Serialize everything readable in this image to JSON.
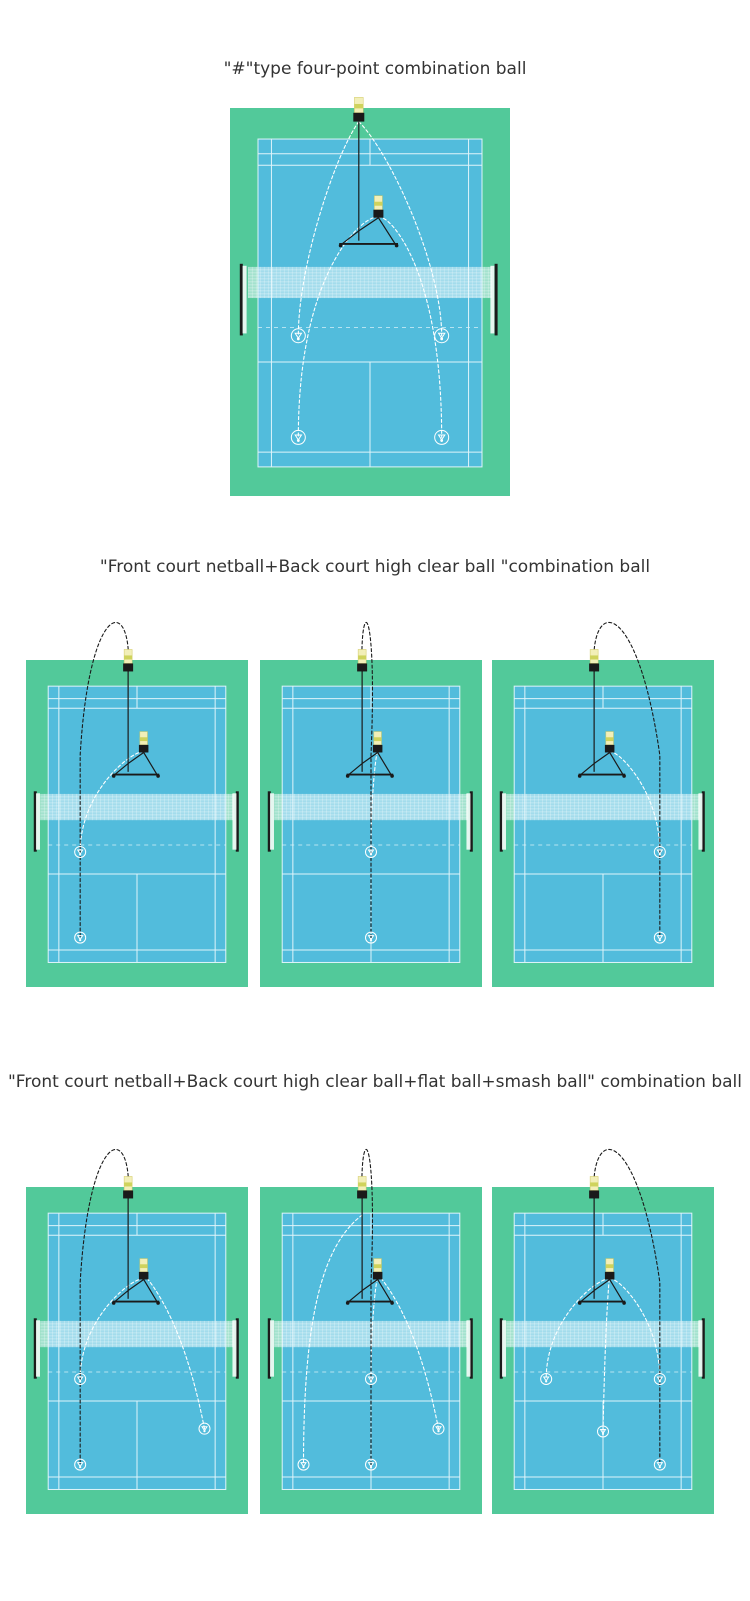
{
  "sections": [
    {
      "title": "\"#\"type four-point combination ball",
      "courts": [
        {
          "shots": [
            "netball-left",
            "netball-right",
            "clear-left",
            "clear-right"
          ]
        }
      ]
    },
    {
      "title": "\"Front court netball+Back court high clear ball \"combination ball",
      "courts": [
        {
          "shots": [
            "netball-left",
            "clear-left"
          ]
        },
        {
          "shots": [
            "netball-center",
            "clear-center"
          ]
        },
        {
          "shots": [
            "netball-right",
            "clear-right"
          ]
        }
      ]
    },
    {
      "title": "\"Front court netball+Back court high clear ball+flat ball+smash ball\" combination ball",
      "courts": [
        {
          "shots": [
            "netball-left",
            "clear-left",
            "smash-right"
          ]
        },
        {
          "shots": [
            "netball-center",
            "clear-center",
            "flat-left",
            "smash-right"
          ]
        },
        {
          "shots": [
            "netball-left",
            "netball-right",
            "clear-right",
            "smash-center"
          ]
        }
      ]
    }
  ],
  "colors": {
    "surround": "#52C99A",
    "court": "#52BCDC",
    "line": "#DFF4FA",
    "net": "#E6F5FA",
    "trajectory_machine": "#1A1A1A",
    "trajectory_feeder": "#FFFFFF"
  },
  "icons": {
    "target": "shuttlecock-target-icon",
    "machine": "ball-machine-icon"
  }
}
